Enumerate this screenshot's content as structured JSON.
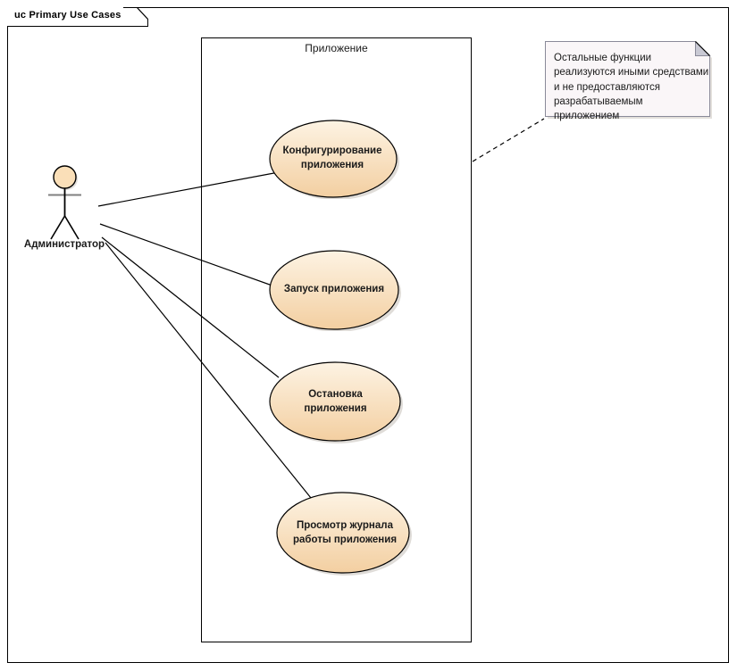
{
  "diagram": {
    "title_tab": "uc Primary Use Cases",
    "boundary_label": "Приложение",
    "actor": {
      "name": "Администратор",
      "icon": "actor-stick-figure-icon"
    },
    "use_cases": [
      {
        "id": "configure",
        "label": "Конфигурирование\nприложения"
      },
      {
        "id": "start",
        "label": "Запуск приложения"
      },
      {
        "id": "stop",
        "label": "Остановка\nприложения"
      },
      {
        "id": "viewlog",
        "label": "Просмотр журнала\nработы приложения"
      }
    ],
    "note": {
      "text": "Остальные функции реализуются иными средствами и не предоставляются разрабатываемым приложением"
    },
    "colors": {
      "ellipse_fill_top": "#fdf3e3",
      "ellipse_fill_bottom": "#f3cfa1",
      "ellipse_stroke": "#000000",
      "actor_head_fill": "#fadfb8",
      "note_fill": "#faf6f8",
      "note_stroke": "#8a8a99",
      "note_fold_fill": "#c9c9d4",
      "line_stroke": "#000000",
      "frame_stroke": "#000000",
      "text": "#1a1a1a"
    }
  }
}
